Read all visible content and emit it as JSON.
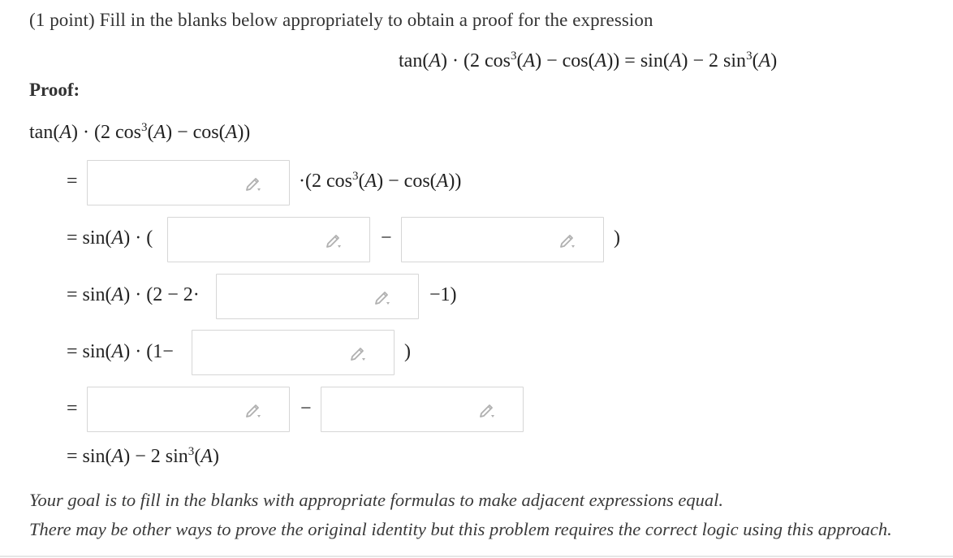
{
  "problem": {
    "intro": "(1 point) Fill in the blanks below appropriately to obtain a proof for the expression",
    "identity": {
      "lhs": "tan(A) · (2 cos³(A) − cos(A))",
      "eq": "=",
      "rhs": "sin(A) − 2 sin³(A)"
    },
    "proof_label": "Proof:",
    "start": "tan(A) · (2 cos³(A) − cos(A))"
  },
  "steps": [
    {
      "prefix": "=",
      "suffix": "·(2 cos³(A) − cos(A))"
    },
    {
      "prefix": "= sin(A) · (",
      "middle": "−",
      "suffix": ")"
    },
    {
      "prefix": "= sin(A) · (2 − 2·",
      "suffix": "−1)"
    },
    {
      "prefix": "= sin(A) · (1−",
      "suffix": ")"
    },
    {
      "prefix": "=",
      "middle": "−"
    },
    {
      "prefix": "= sin(A) − 2 sin³(A)"
    }
  ],
  "blanks": [
    {
      "value": "",
      "icon": "pencil-edit-icon"
    },
    {
      "value": "",
      "icon": "pencil-edit-icon"
    },
    {
      "value": "",
      "icon": "pencil-edit-icon"
    },
    {
      "value": "",
      "icon": "pencil-edit-icon"
    },
    {
      "value": "",
      "icon": "pencil-edit-icon"
    },
    {
      "value": "",
      "icon": "pencil-edit-icon"
    },
    {
      "value": "",
      "icon": "pencil-edit-icon"
    }
  ],
  "notes": {
    "line1": "Your goal is to fill in the blanks with appropriate formulas to make adjacent expressions equal.",
    "line2": "There may be other ways to prove the original identity but this problem requires the correct logic using this approach."
  },
  "colors": {
    "text": "#2b2b2b",
    "blank_border": "#d6d6d6",
    "icon": "#b0b0b0"
  }
}
